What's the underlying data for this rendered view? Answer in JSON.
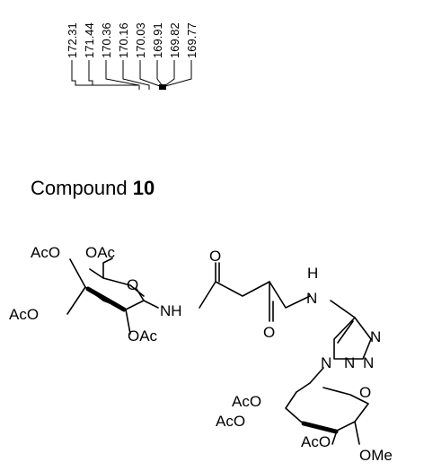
{
  "nmr_peaks": [
    "172.31",
    "171.44",
    "170.36",
    "170.16",
    "170.03",
    "169.91",
    "169.82",
    "169.77"
  ],
  "compound_title": {
    "prefix": "Compound ",
    "number": "10"
  },
  "atoms": {
    "aco_top_left": "AcO",
    "oac_top": "OAc",
    "ring1_o": "O",
    "aco_left": "AcO",
    "nh_1": "NH",
    "oac_bottom": "OAc",
    "carbonyl_o_top": "O",
    "carbonyl_o_bottom": "O",
    "h_amide": "H",
    "n_amide": "N",
    "triazole_n_right": "N",
    "triazole_n1": "N",
    "triazole_n_mid": "N",
    "triazole_n3": "N",
    "ring2_o": "O",
    "aco_r2_top": "AcO",
    "aco_r2_mid": "AcO",
    "aco_r2_bottom": "AcO",
    "ome": "OMe"
  }
}
